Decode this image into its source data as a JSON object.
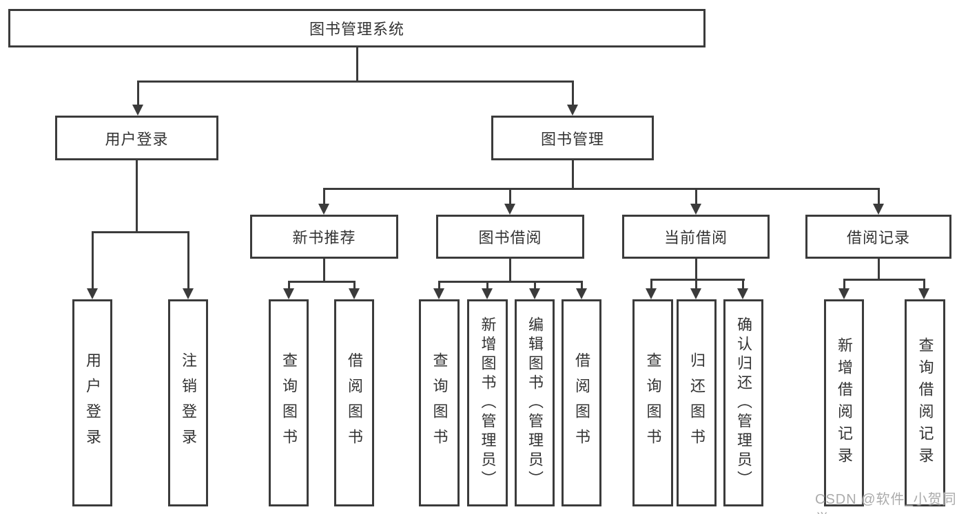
{
  "tree": {
    "root": {
      "label": "图书管理系统"
    },
    "branches": [
      {
        "label": "用户登录",
        "children": [
          {
            "label": "用户登录"
          },
          {
            "label": "注销登录"
          }
        ]
      },
      {
        "label": "图书管理",
        "children": [
          {
            "label": "新书推荐",
            "children": [
              {
                "label": "查询图书"
              },
              {
                "label": "借阅图书"
              }
            ]
          },
          {
            "label": "图书借阅",
            "children": [
              {
                "label": "查询图书"
              },
              {
                "label": "新增图书（管理员）"
              },
              {
                "label": "编辑图书（管理员）"
              },
              {
                "label": "借阅图书"
              }
            ]
          },
          {
            "label": "当前借阅",
            "children": [
              {
                "label": "查询图书"
              },
              {
                "label": "归还图书"
              },
              {
                "label": "确认归还（管理员）"
              }
            ]
          },
          {
            "label": "借阅记录",
            "children": [
              {
                "label": "新增借阅记录"
              },
              {
                "label": "查询借阅记录"
              }
            ]
          }
        ]
      }
    ]
  },
  "colors": {
    "line": "#3b3b3b",
    "text": "#333333",
    "watermark": "#ababab",
    "background": "#ffffff"
  },
  "watermark": {
    "text": "CSDN @软件_小贺同学"
  }
}
